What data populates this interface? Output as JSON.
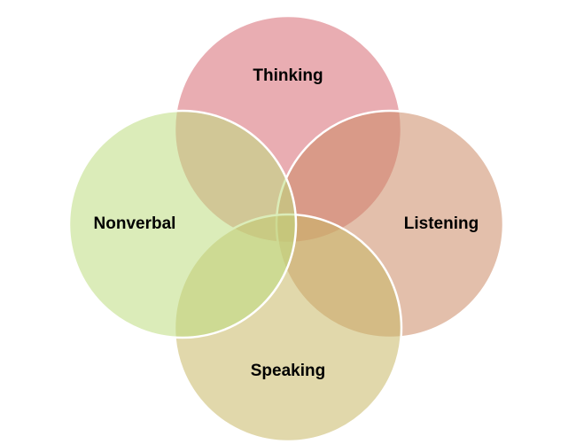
{
  "diagram": {
    "circles": [
      {
        "id": "thinking",
        "label": "Thinking",
        "color": "#DB7B82"
      },
      {
        "id": "listening",
        "label": "Listening",
        "color": "#CC8B66"
      },
      {
        "id": "speaking",
        "label": "Speaking",
        "color": "#C9B866"
      },
      {
        "id": "nonverbal",
        "label": "Nonverbal",
        "color": "#BEDD7F"
      }
    ]
  }
}
